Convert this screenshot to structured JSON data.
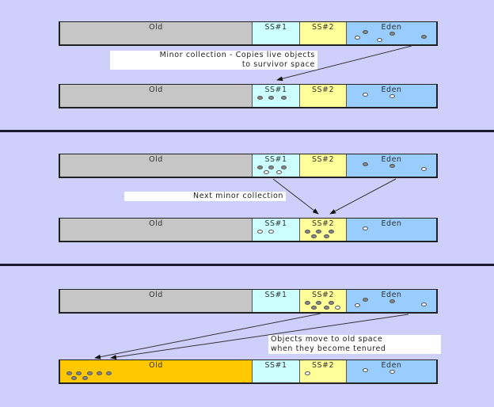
{
  "colors": {
    "background": "#cfcffc",
    "old": "#c6c6c6",
    "old_tenured": "#ffc800",
    "ss1": "#ccffff",
    "ss2": "#ffff99",
    "eden": "#99ccff",
    "live_object": "#888888",
    "dead_object": "#ffffff"
  },
  "segment_labels": {
    "old": "Old",
    "ss1": "SS#1",
    "ss2": "SS#2",
    "eden": "Eden"
  },
  "panels": [
    {
      "name": "minor-collection",
      "note": [
        "Minor  collection - Copies live objects",
        "to survivor space"
      ]
    },
    {
      "name": "next-minor-collection",
      "note": [
        "Next minor collection"
      ]
    },
    {
      "name": "tenuring",
      "note": [
        "Objects move to old space",
        "when they become tenured"
      ]
    }
  ],
  "heaps": [
    {
      "panel": 1,
      "stage": "before",
      "old": {
        "live": 0,
        "dead": 0
      },
      "ss1": {
        "live": 0,
        "dead": 0
      },
      "ss2": {
        "live": 0,
        "dead": 0
      },
      "eden": {
        "live": 3,
        "dead": 2
      }
    },
    {
      "panel": 1,
      "stage": "after",
      "old": {
        "live": 0,
        "dead": 0
      },
      "ss1": {
        "live": 3,
        "dead": 0
      },
      "ss2": {
        "live": 0,
        "dead": 0
      },
      "eden": {
        "live": 0,
        "dead": 2
      }
    },
    {
      "panel": 2,
      "stage": "before",
      "old": {
        "live": 0,
        "dead": 0
      },
      "ss1": {
        "live": 3,
        "dead": 2
      },
      "ss2": {
        "live": 0,
        "dead": 0
      },
      "eden": {
        "live": 2,
        "dead": 1
      }
    },
    {
      "panel": 2,
      "stage": "after",
      "old": {
        "live": 0,
        "dead": 0
      },
      "ss1": {
        "live": 0,
        "dead": 2
      },
      "ss2": {
        "live": 5,
        "dead": 0
      },
      "eden": {
        "live": 0,
        "dead": 1
      }
    },
    {
      "panel": 3,
      "stage": "before",
      "old": {
        "live": 0,
        "dead": 0
      },
      "ss1": {
        "live": 0,
        "dead": 0
      },
      "ss2": {
        "live": 5,
        "dead": 1
      },
      "eden": {
        "live": 2,
        "dead": 2
      }
    },
    {
      "panel": 3,
      "stage": "after",
      "old": {
        "live": 7,
        "dead": 0
      },
      "ss1": {
        "live": 0,
        "dead": 0
      },
      "ss2": {
        "live": 0,
        "dead": 1
      },
      "eden": {
        "live": 0,
        "dead": 2
      }
    }
  ]
}
